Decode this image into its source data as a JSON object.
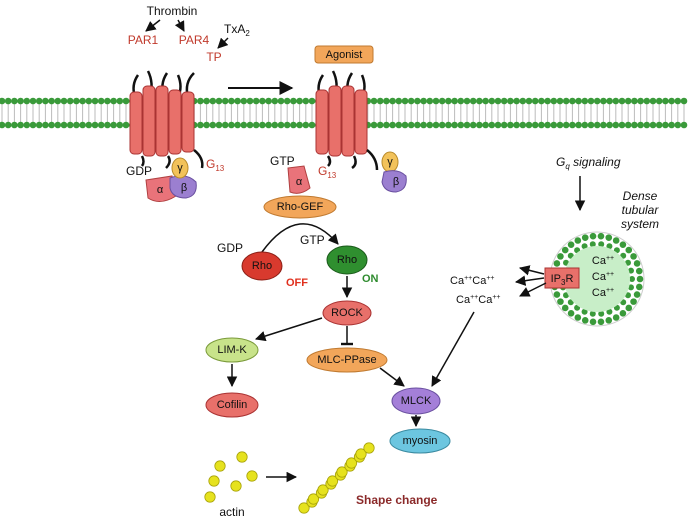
{
  "ligands": {
    "thrombin": "Thrombin",
    "par1": "PAR1",
    "par4": "PAR4",
    "txa2": "TxA",
    "txa2_sub": "2",
    "tp": "TP",
    "agonist": "Agonist"
  },
  "gproteins": {
    "gdp": "GDP",
    "gtp": "GTP",
    "alpha": "α",
    "beta": "β",
    "gamma": "γ",
    "g13": "G",
    "g13_sub": "13"
  },
  "rho_pathway": {
    "rho_gef": "Rho-GEF",
    "rho_gdp_label": "GDP",
    "rho_gtp_label": "GTP",
    "rho": "Rho",
    "off": "OFF",
    "on": "ON",
    "rock": "ROCK",
    "limk": "LIM-K",
    "cofilin": "Cofilin",
    "mlc_ppase": "MLC-PPase",
    "mlck": "MLCK",
    "myosin": "myosin"
  },
  "gq": {
    "label": "G",
    "label_sub": "q",
    "label_rest": " signaling",
    "dts_line1": "Dense",
    "dts_line2": "tubular",
    "dts_line3": "system",
    "ip3r_a": "IP",
    "ip3r_sub": "3",
    "ip3r_b": "R",
    "ca": "Ca",
    "ca_sup": "++"
  },
  "actin": {
    "label": "actin",
    "shape_change": "Shape change"
  },
  "colors": {
    "membrane_head": "#3a9a3a",
    "receptor": "#e8706a",
    "alpha": "#e9737a",
    "beta": "#9b7fd0",
    "gamma": "#f2c25a",
    "rho_gef": "#f2a65a",
    "rho_off": "#d83a2e",
    "rho_on": "#2f8f2f",
    "rock": "#e8706a",
    "limk": "#c8e38a",
    "cofilin": "#e8706a",
    "mlc_ppase": "#f2a65a",
    "mlck": "#a47fd8",
    "myosin": "#6cc6e0",
    "actin": "#e6e21e",
    "off_text": "#e0301e",
    "on_text": "#2e8b2e",
    "shape_change_text": "#8b2a2a"
  }
}
